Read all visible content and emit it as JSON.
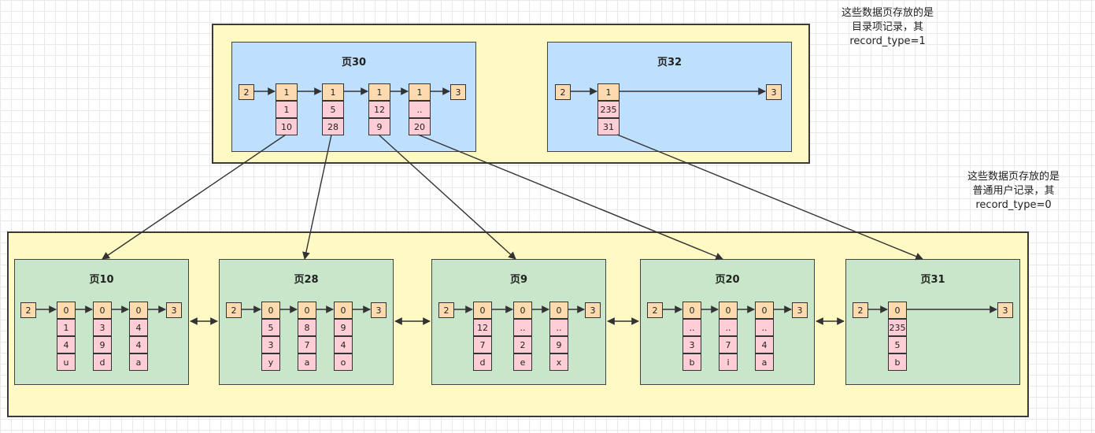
{
  "notes": {
    "index_note": [
      "这些数据页存放的是",
      "目录项记录，其",
      "record_type=1"
    ],
    "leaf_note": [
      "这些数据页存放的是",
      "普通用户记录，其",
      "record_type=0"
    ]
  },
  "index_pages": [
    {
      "title": "页30",
      "infimum": "2",
      "supremum": "3",
      "records": [
        {
          "type": "1",
          "values": [
            "1",
            "10"
          ]
        },
        {
          "type": "1",
          "values": [
            "5",
            "28"
          ]
        },
        {
          "type": "1",
          "values": [
            "12",
            "9"
          ]
        },
        {
          "type": "1",
          "values": [
            "..",
            "20"
          ]
        }
      ]
    },
    {
      "title": "页32",
      "infimum": "2",
      "supremum": "3",
      "records": [
        {
          "type": "1",
          "values": [
            "235",
            "31"
          ]
        }
      ]
    }
  ],
  "leaf_pages": [
    {
      "title": "页10",
      "infimum": "2",
      "supremum": "3",
      "records": [
        {
          "type": "0",
          "values": [
            "1",
            "4",
            "u"
          ]
        },
        {
          "type": "0",
          "values": [
            "3",
            "9",
            "d"
          ]
        },
        {
          "type": "0",
          "values": [
            "4",
            "4",
            "a"
          ]
        }
      ]
    },
    {
      "title": "页28",
      "infimum": "2",
      "supremum": "3",
      "records": [
        {
          "type": "0",
          "values": [
            "5",
            "3",
            "y"
          ]
        },
        {
          "type": "0",
          "values": [
            "8",
            "7",
            "a"
          ]
        },
        {
          "type": "0",
          "values": [
            "9",
            "4",
            "o"
          ]
        }
      ]
    },
    {
      "title": "页9",
      "infimum": "2",
      "supremum": "3",
      "records": [
        {
          "type": "0",
          "values": [
            "12",
            "7",
            "d"
          ]
        },
        {
          "type": "0",
          "values": [
            "..",
            "2",
            "e"
          ]
        },
        {
          "type": "0",
          "values": [
            "..",
            "9",
            "x"
          ]
        }
      ]
    },
    {
      "title": "页20",
      "infimum": "2",
      "supremum": "3",
      "records": [
        {
          "type": "0",
          "values": [
            "..",
            "3",
            "b"
          ]
        },
        {
          "type": "0",
          "values": [
            "..",
            "7",
            "i"
          ]
        },
        {
          "type": "0",
          "values": [
            "..",
            "4",
            "a"
          ]
        }
      ]
    },
    {
      "title": "页31",
      "infimum": "2",
      "supremum": "3",
      "records": [
        {
          "type": "0",
          "values": [
            "235",
            "5",
            "b"
          ]
        }
      ]
    }
  ]
}
